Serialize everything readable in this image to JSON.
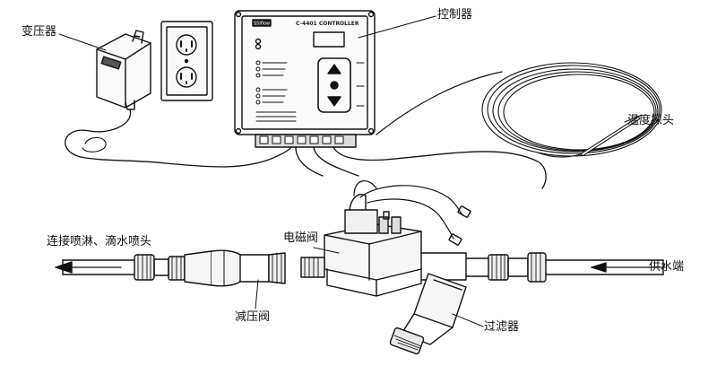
{
  "labels": {
    "transformer": "变压器",
    "controller": "控制器",
    "temp_probe": "温度探头",
    "outlet": "连接喷淋、滴水喷头",
    "solenoid_valve": "电磁阀",
    "inlet": "供水端",
    "pressure_valve": "减压阀",
    "filter": "过滤器"
  },
  "controller_panel": {
    "brand": "SSIflow",
    "title": "C-4401 CONTROLLER"
  }
}
